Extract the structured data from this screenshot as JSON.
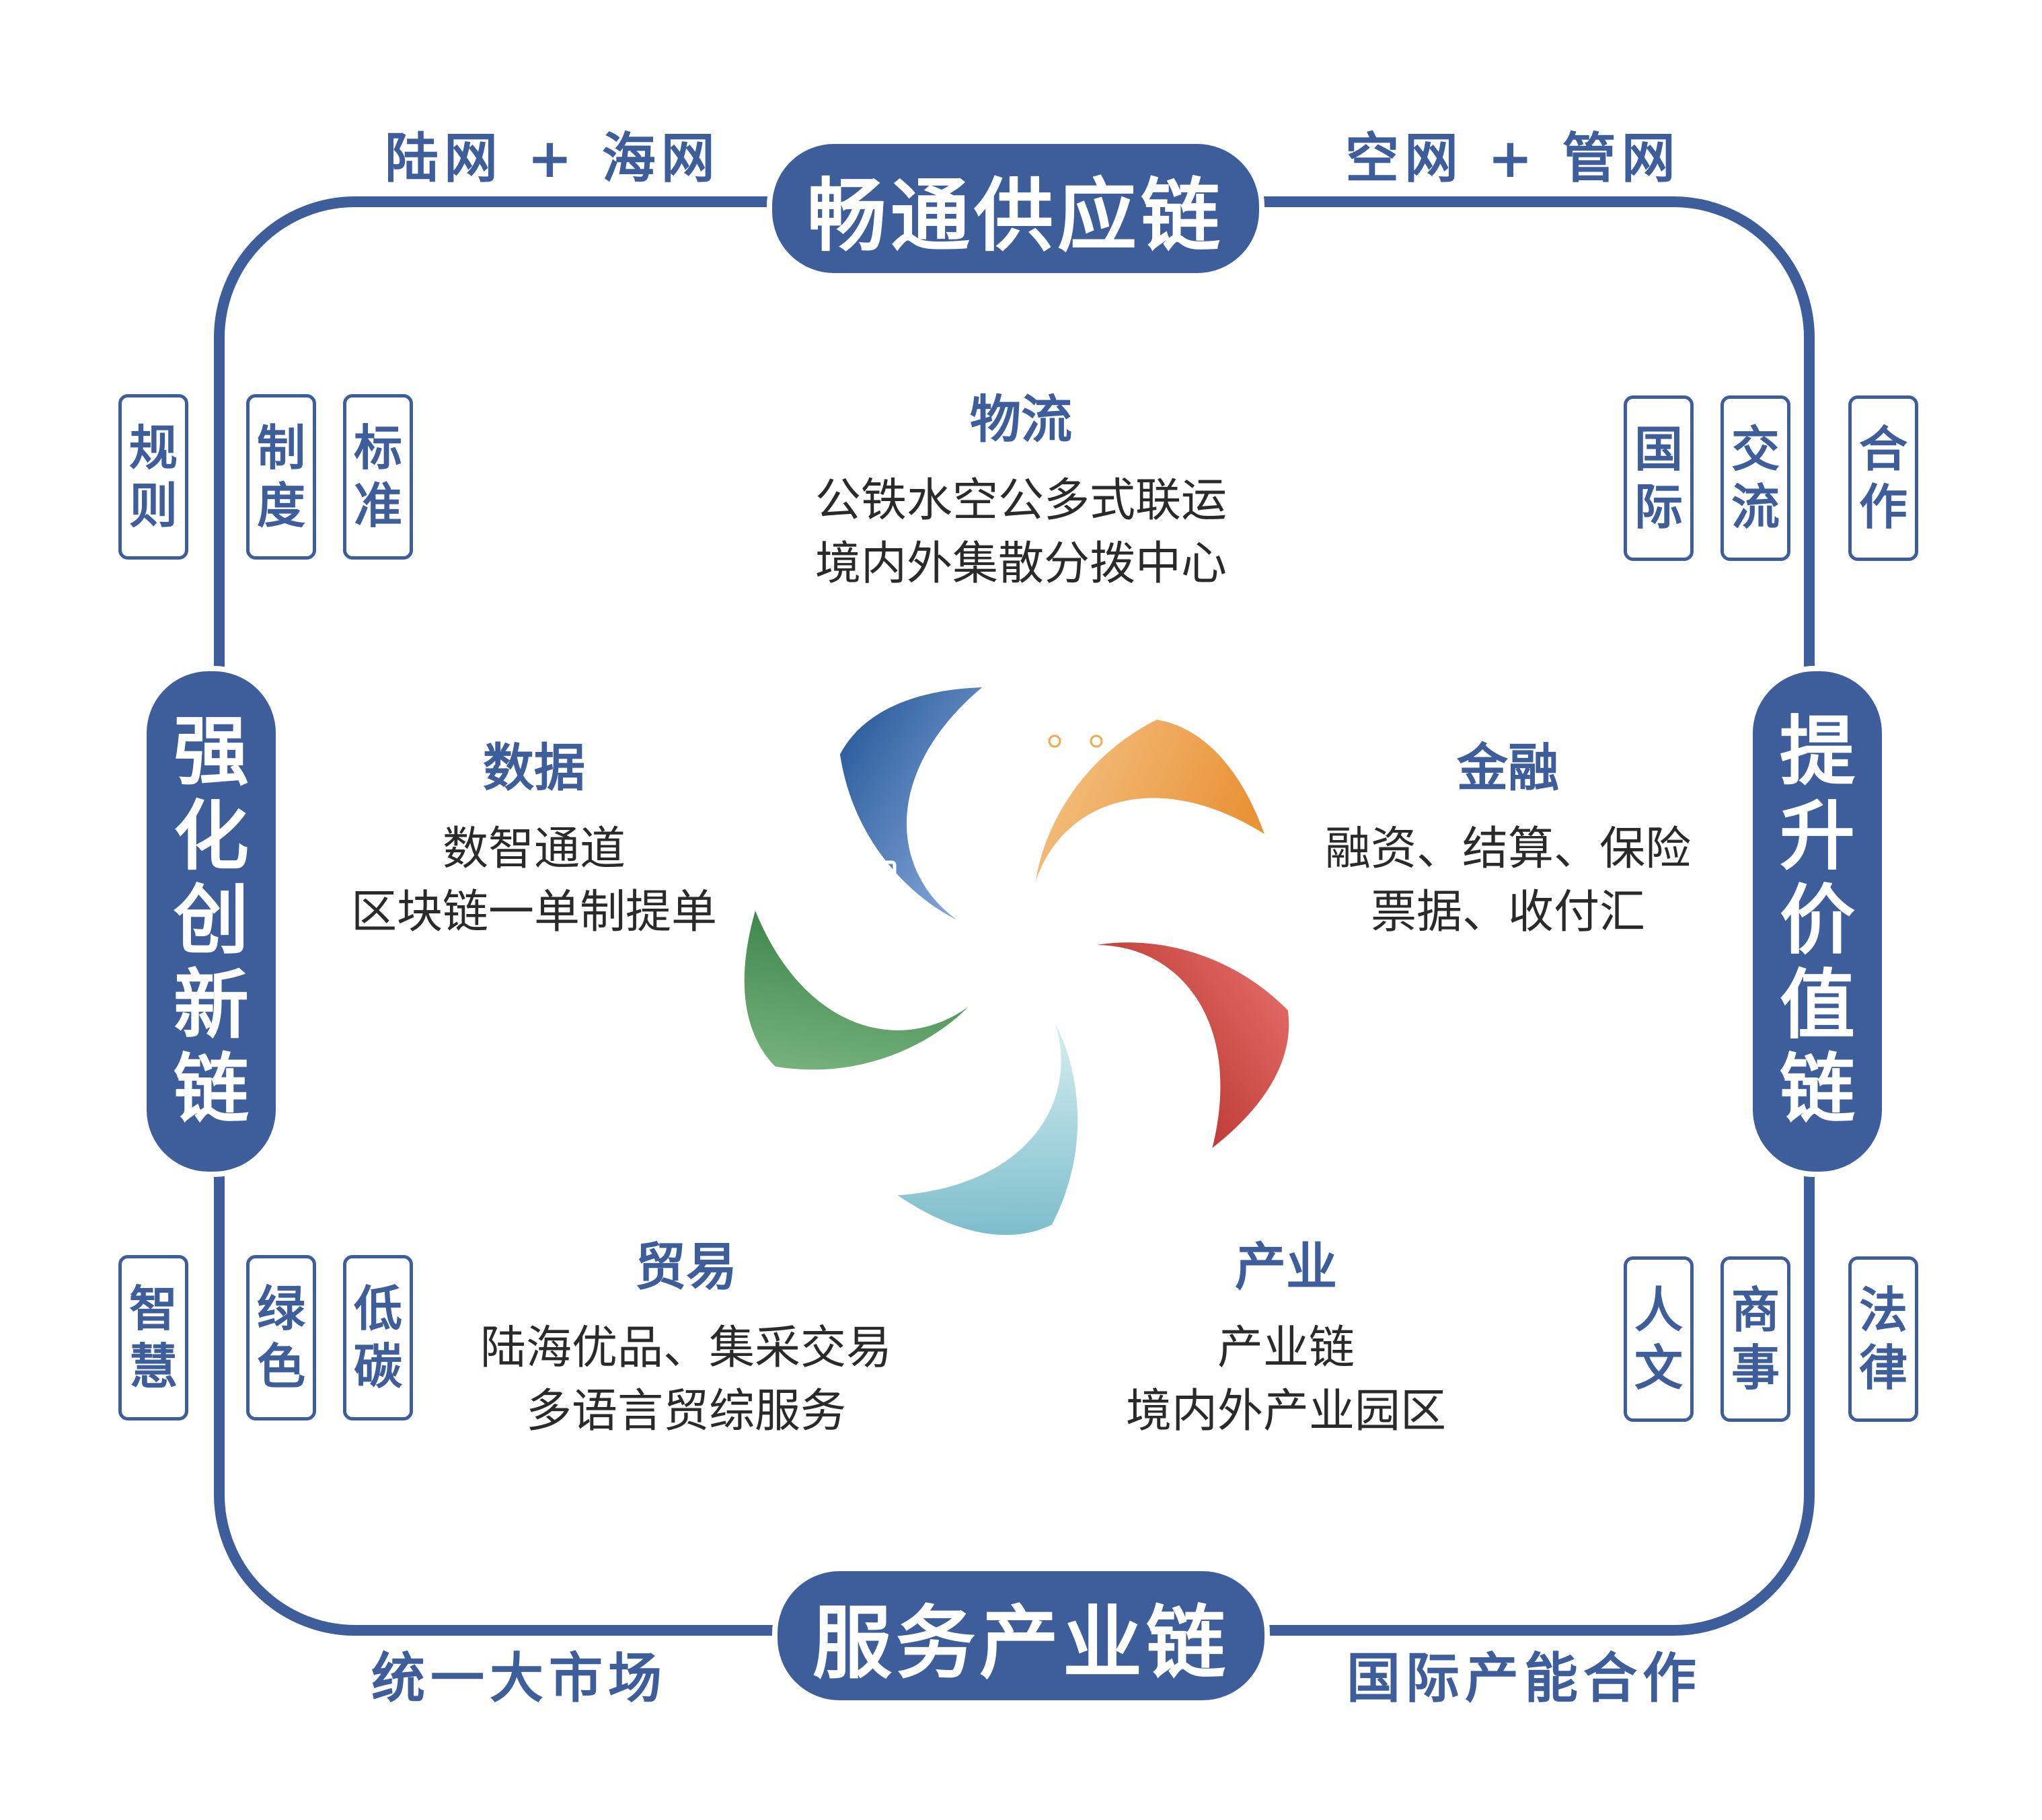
{
  "title_top": "畅通供应链",
  "title_bottom": "服务产业链",
  "title_left": "强化创新链",
  "title_right": "提升价值链",
  "top_left_label": "陆网 + 海网",
  "top_right_label": "空网 + 管网",
  "bottom_left_label": "统一大市场",
  "bottom_right_label": "国际产能合作",
  "tags": {
    "upper_left": [
      "规则",
      "制度",
      "标准"
    ],
    "upper_right": [
      "国际",
      "交流",
      "合作"
    ],
    "lower_left": [
      "智慧",
      "绿色",
      "低碳"
    ],
    "lower_right": [
      "人文",
      "商事",
      "法律"
    ]
  },
  "sections": {
    "logistics": {
      "title": "物流",
      "lines": [
        "公铁水空公多式联运",
        "境内外集散分拨中心"
      ]
    },
    "data": {
      "title": "数据",
      "lines": [
        "数智通道",
        "区块链一单制提单"
      ]
    },
    "finance": {
      "title": "金融",
      "lines": [
        "融资、结算、保险",
        "票据、收付汇"
      ]
    },
    "trade": {
      "title": "贸易",
      "lines": [
        "陆海优品、集采交易",
        "多语言贸综服务"
      ]
    },
    "industry": {
      "title": "产业",
      "lines": [
        "产业链",
        "境内外产业园区"
      ]
    }
  },
  "colors": {
    "frame": "#3d5d9b",
    "petal_logistics": [
      "#f5c68a",
      "#e99337"
    ],
    "petal_finance": [
      "#e8716c",
      "#bc3a35"
    ],
    "petal_industry": [
      "#d7eef2",
      "#66b2c1"
    ],
    "petal_trade": [
      "#8ac08e",
      "#3a8447"
    ],
    "petal_data": [
      "#7fa2d6",
      "#2f5f9f"
    ]
  },
  "icons": [
    "truck-icon",
    "money-hand-icon",
    "bank-icon",
    "handshake-icon",
    "monitor-chart-icon"
  ]
}
